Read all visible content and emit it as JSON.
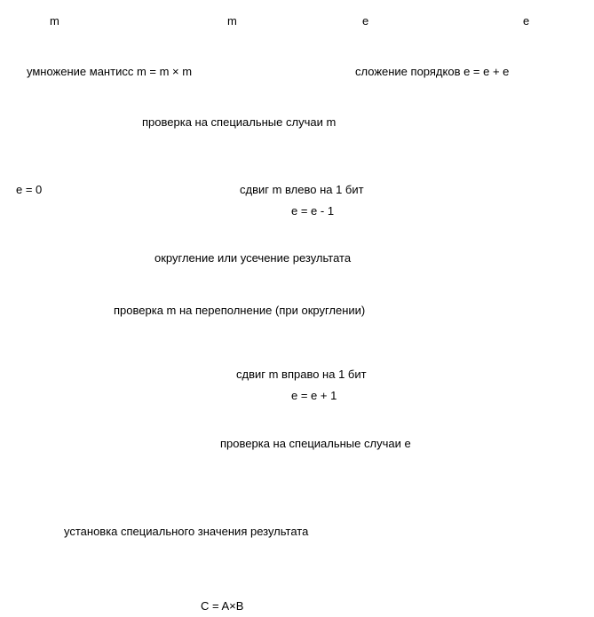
{
  "top_row": {
    "mark_1": "m",
    "mark_2": "m",
    "mark_3": "e",
    "mark_4": "e"
  },
  "nodes": {
    "multiply_mantissas": "умножение мантисс m = m × m",
    "add_exponents": "сложение порядков e = e + e",
    "check_special_1": "проверка на специальные случаи m",
    "e_zero_condition": "e = 0",
    "shift_left": "сдвиг m влево на 1 бит",
    "decrement_exponent": "e = e - 1",
    "round_or_truncate": "округление или усечение результата",
    "check_overflow": "проверка m на переполнение (при округлении)",
    "shift_right": "сдвиг m вправо на 1 бит",
    "increment_exponent": "e = e + 1",
    "check_special_2": "проверка на специальные случаи e",
    "set_special_value": "установка специального значения результата",
    "result": "C = A×B"
  }
}
